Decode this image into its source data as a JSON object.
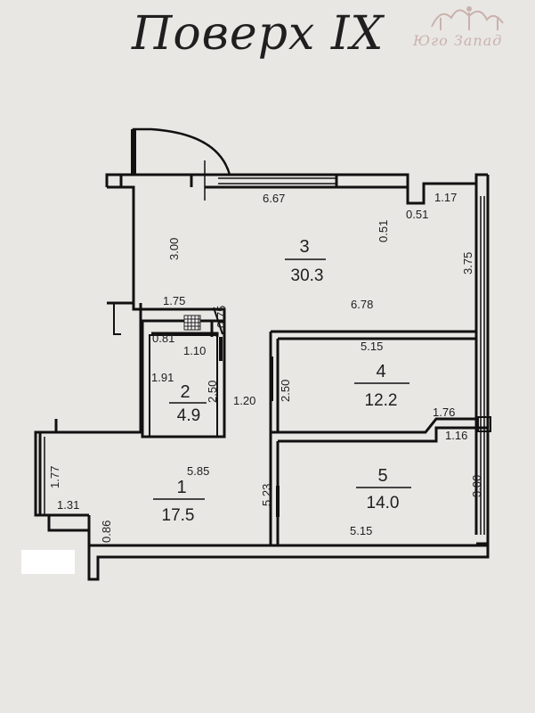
{
  "title": "Поверх IX",
  "logo_text": "Юго Запад",
  "rooms": [
    {
      "number": "1",
      "area": "17.5"
    },
    {
      "number": "2",
      "area": "4.9"
    },
    {
      "number": "3",
      "area": "30.3"
    },
    {
      "number": "4",
      "area": "12.2"
    },
    {
      "number": "5",
      "area": "14.0"
    }
  ],
  "dimensions": {
    "d667": "6.67",
    "d117": "1.17",
    "d051a": "0.51",
    "d051b": "0.51",
    "d300a": "3.00",
    "d375": "3.75",
    "d175": "1.75",
    "d075": "0.75",
    "d678": "6.78",
    "d081": "0.81",
    "d110": "1.10",
    "d515a": "5.15",
    "d191": "1.91",
    "d250a": "2.50",
    "d250b": "2.50",
    "d120": "1.20",
    "d176": "1.76",
    "d116": "1.16",
    "d177": "1.77",
    "d585": "5.85",
    "d523": "5.23",
    "d300b": "3.00",
    "d131": "1.31",
    "d086": "0.86",
    "d515b": "5.15"
  },
  "colors": {
    "wall": "#111111",
    "background": "#e9e7e4",
    "logo": "#c9b2ad"
  }
}
